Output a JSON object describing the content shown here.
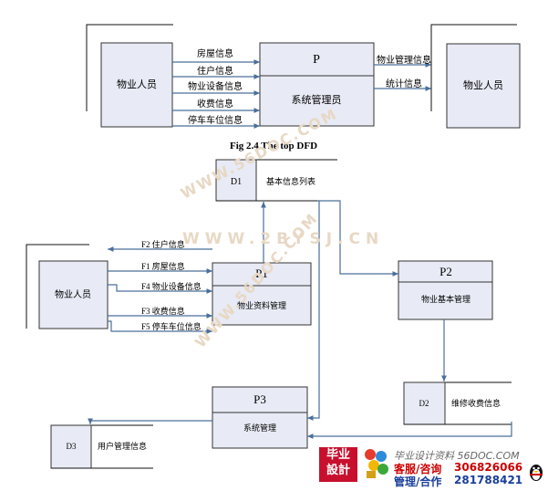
{
  "top_dfd": {
    "left_entity": "物业人员",
    "right_entity": "物业人员",
    "process_id": "P",
    "process_name": "系统管理员",
    "inputs": [
      "房屋信息",
      "住户信息",
      "物业设备信息",
      "收费信息",
      "停车车位信息"
    ],
    "outputs": [
      "物业管理信息",
      "统计信息"
    ],
    "caption": "Fig 2.4 The top DFD"
  },
  "level1_dfd": {
    "entity": "物业人员",
    "p1": {
      "id": "P1",
      "name": "物业资料管理"
    },
    "p2": {
      "id": "P2",
      "name": "物业基本管理"
    },
    "p3": {
      "id": "P3",
      "name": "系统管理"
    },
    "d1": {
      "id": "D1",
      "name": "基本信息列表"
    },
    "d2": {
      "id": "D2",
      "name": "维修收费信息"
    },
    "d3": {
      "id": "D3",
      "name": "用户管理信息"
    },
    "flows": [
      "F2 住户信息",
      "F1 房屋信息",
      "F4 物业设备信息",
      "F3 收费信息",
      "F5 停车车位信息"
    ]
  },
  "watermarks": [
    "WWW.56DOC.COM",
    "WWW.2BYSJ.CN",
    "WWW.56DOC.COM"
  ],
  "badge": {
    "brand_line1": "毕业",
    "brand_line2": "設計",
    "tagline": "毕业设计资料 56DOC.COM",
    "service_label": "客服/咨询",
    "service_number": "306826066",
    "manage_label": "管理/合作",
    "manage_number": "281788421"
  },
  "colors": {
    "line": "#4a6f9a",
    "box_fill": "#e8ebf5",
    "box_stroke": "#333333",
    "brand": "#c8102e",
    "accent_red": "#cc0000",
    "accent_blue": "#1a3f9a"
  }
}
